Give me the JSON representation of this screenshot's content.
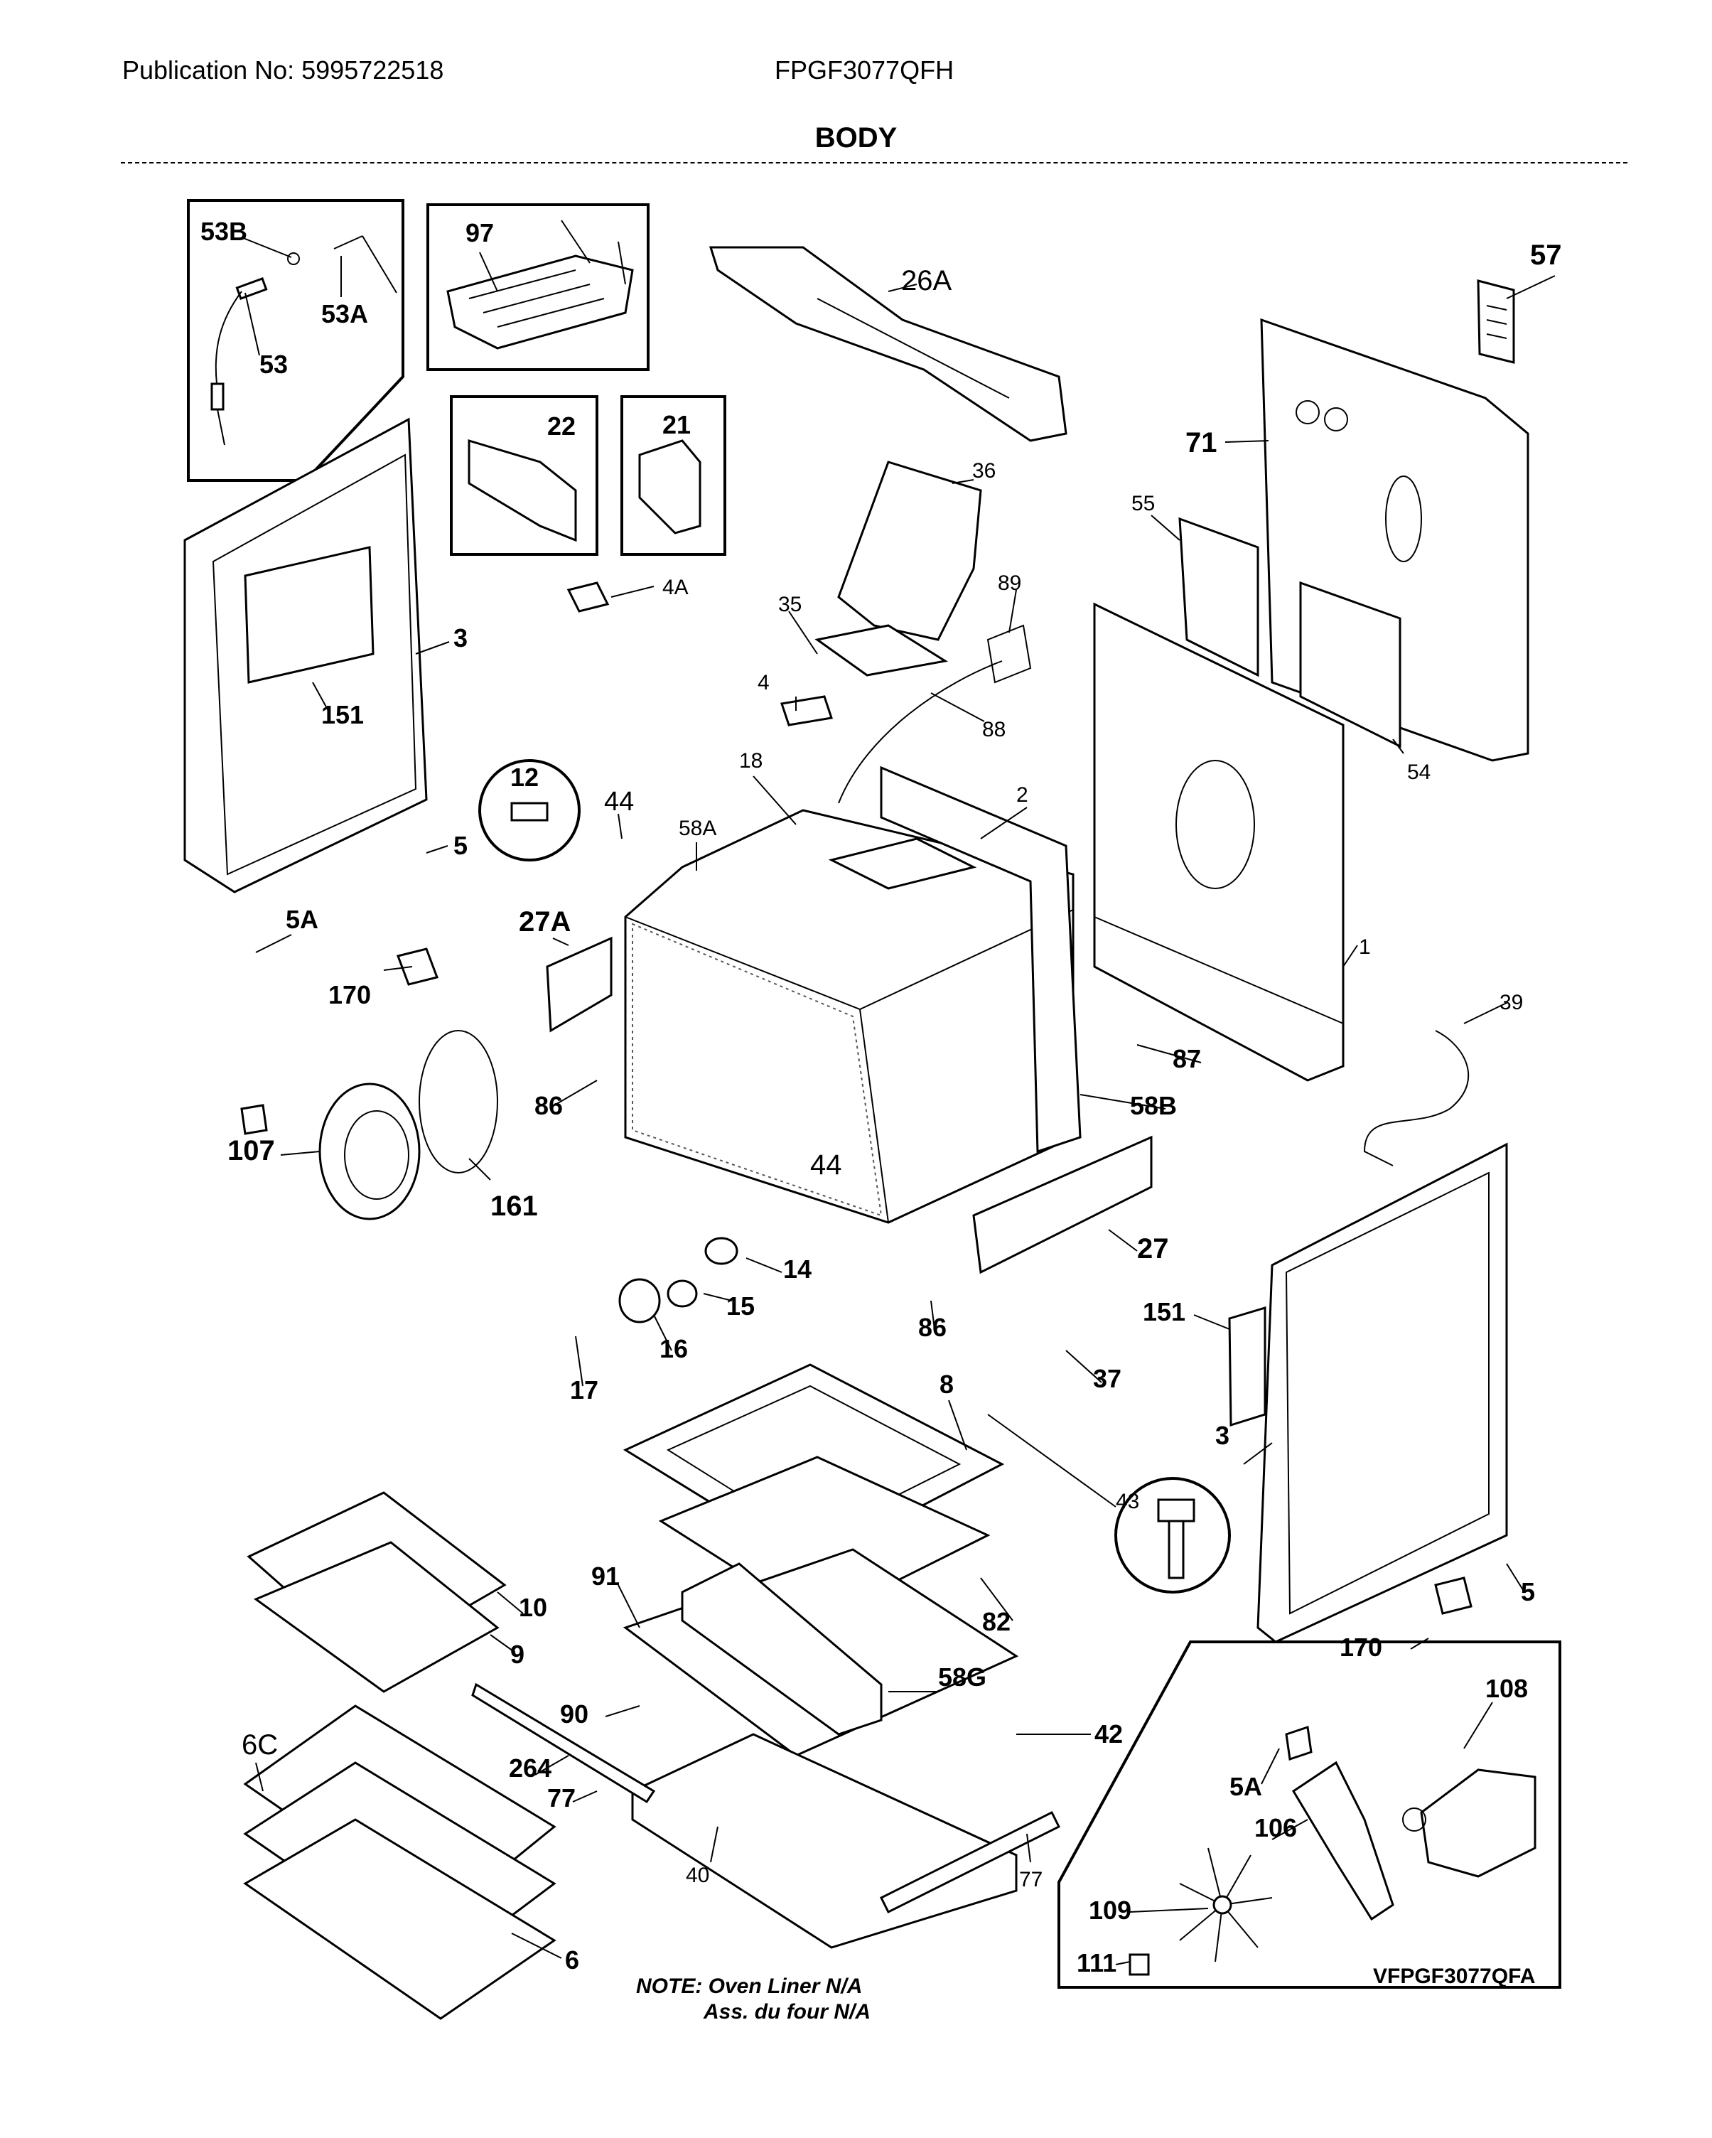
{
  "header": {
    "publication": "Publication No: 5995722518",
    "model": "FPGF3077QFH",
    "title": "BODY"
  },
  "callouts": {
    "c53B": "53B",
    "c53A": "53A",
    "c53": "53",
    "c97": "97",
    "c26A": "26A",
    "c57": "57",
    "c22": "22",
    "c21": "21",
    "c71": "71",
    "c36": "36",
    "c55": "55",
    "c4A": "4A",
    "c35": "35",
    "c89": "89",
    "c3a": "3",
    "c4": "4",
    "c88": "88",
    "c151a": "151",
    "c54": "54",
    "c18": "18",
    "c2": "2",
    "c12": "12",
    "c44a": "44",
    "c58A": "58A",
    "c5a": "5",
    "c27A": "27A",
    "c5Aa": "5A",
    "c170a": "170",
    "c1": "1",
    "c39": "39",
    "c87": "87",
    "c86a": "86",
    "c58B": "58B",
    "c107": "107",
    "c161": "161",
    "c44b": "44",
    "c14": "14",
    "c27": "27",
    "c15": "15",
    "c151b": "151",
    "c86b": "86",
    "c16": "16",
    "c37": "37",
    "c17": "17",
    "c8": "8",
    "c3b": "3",
    "c43": "43",
    "c10": "10",
    "c91": "91",
    "c82": "82",
    "c5b": "5",
    "c9": "9",
    "c170b": "170",
    "c108": "108",
    "c58G": "58G",
    "c90": "90",
    "c42": "42",
    "c6C": "6C",
    "c264": "264",
    "c5Ab": "5A",
    "c77a": "77",
    "c106": "106",
    "c77b": "77",
    "c40": "40",
    "c109": "109",
    "c6": "6",
    "c111": "111"
  },
  "note": {
    "line1": "NOTE: Oven Liner N/A",
    "line2": "Ass. du four N/A"
  },
  "figure_code": "VFPGF3077QFA"
}
